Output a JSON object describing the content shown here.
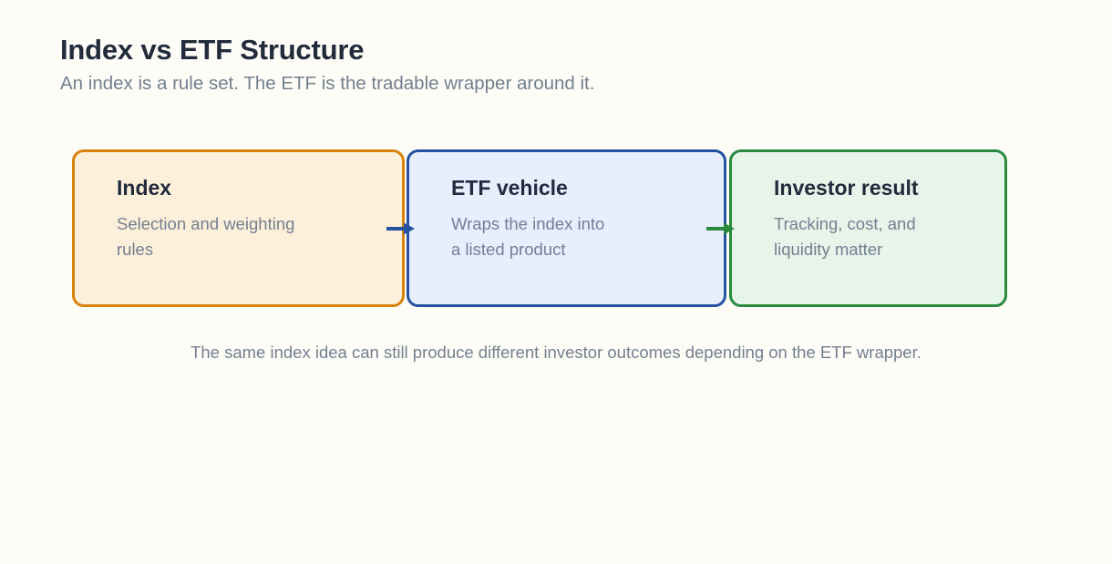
{
  "header": {
    "title": "Index vs ETF Structure",
    "subtitle": "An index is a rule set. The ETF is the tradable wrapper around it."
  },
  "flow": {
    "cards": [
      {
        "id": "index",
        "title": "Index",
        "body_line1": "Selection and weighting",
        "body_line2": "rules",
        "border_color": "#d9820e",
        "fill_color": "#fdf0da"
      },
      {
        "id": "etf-vehicle",
        "title": "ETF vehicle",
        "body_line1": "Wraps the index into",
        "body_line2": "a listed product",
        "border_color": "#2452a0",
        "fill_color": "#e7eefd"
      },
      {
        "id": "investor-result",
        "title": "Investor result",
        "body_line1": "Tracking, cost, and",
        "body_line2": "liquidity matter",
        "border_color": "#2a8a3e",
        "fill_color": "#e7f4ea"
      }
    ],
    "connectors": [
      {
        "id": "index-to-etf",
        "icon": "arrow-right-icon",
        "color": "#2452a0"
      },
      {
        "id": "etf-to-result",
        "icon": "arrow-right-icon",
        "color": "#2a8a3e"
      }
    ]
  },
  "caption": "The same index idea can still produce different investor outcomes depending on the ETF wrapper.",
  "theme": {
    "background": "#fdfcf6",
    "heading_color": "#222b3c",
    "muted_text_color": "#737f90"
  }
}
